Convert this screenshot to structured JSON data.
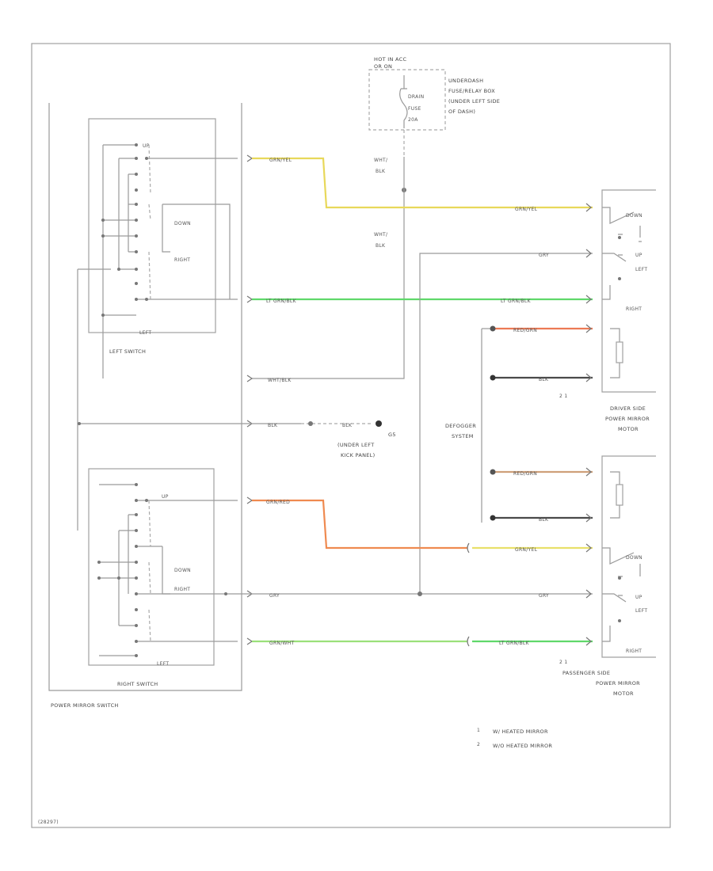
{
  "fuse": {
    "hot_label_1": "HOT IN ACC",
    "hot_label_2": "OR ON",
    "fuse_name_1": "DRAIN",
    "fuse_name_2": "FUSE",
    "fuse_rating": "20A",
    "location_1": "UNDERDASH",
    "location_2": "FUSE/RELAY BOX",
    "location_3": "(UNDER LEFT SIDE",
    "location_4": "OF DASH)"
  },
  "wires": {
    "whtblk_1a": "WHT/",
    "whtblk_1b": "BLK",
    "whtblk_2a": "WHT/",
    "whtblk_2b": "BLK",
    "left_yel": "GRN/YEL",
    "left_yel_r": "GRN/YEL",
    "gry_top": "GRY",
    "left_grn": "LT GRN/BLK",
    "left_grn_r": "LT GRN/BLK",
    "red_top": "RED/GRN",
    "blk_top": "BLK",
    "wht_blk": "WHT/BLK",
    "ground_wire": "BLK",
    "ground_wire_2": "BLK",
    "red_bot": "RED/GRN",
    "blk_bot": "BLK",
    "right_org": "GRN/RED",
    "right_yel_r": "GRN/YEL",
    "gry_bot_l": "GRY",
    "gry_bot_r": "GRY",
    "right_grn": "GRN/WHT",
    "right_grn_r": "LT GRN/BLK"
  },
  "ground": {
    "id": "G5",
    "loc_1": "(UNDER LEFT",
    "loc_2": "KICK PANEL)"
  },
  "left_switch": {
    "up": "UP",
    "down": "DOWN",
    "right": "RIGHT",
    "left": "LEFT",
    "title": "LEFT SWITCH"
  },
  "right_switch": {
    "up": "UP",
    "down": "DOWN",
    "right": "RIGHT",
    "left": "LEFT",
    "title": "RIGHT SWITCH"
  },
  "power_mirror_switch": "POWER MIRROR SWITCH",
  "defogger": {
    "line_1": "DEFOGGER",
    "line_2": "SYSTEM"
  },
  "driver_motor": {
    "notes": "2   1",
    "down": "DOWN",
    "up": "UP",
    "left": "LEFT",
    "right": "RIGHT",
    "line_1": "DRIVER SIDE",
    "line_2": "POWER MIRROR",
    "line_3": "MOTOR"
  },
  "passenger_motor": {
    "notes": "2   1",
    "down": "DOWN",
    "up": "UP",
    "left": "LEFT",
    "right": "RIGHT",
    "line_1": "PASSENGER SIDE",
    "line_2": "POWER MIRROR",
    "line_3": "MOTOR"
  },
  "legend": {
    "n1": "1",
    "t1": "W/ HEATED MIRROR",
    "n2": "2",
    "t2": "W/O HEATED MIRROR"
  },
  "footer": "(28297)",
  "colors": {
    "yellow_wire": "#e8d85a",
    "green_wire": "#5fd86a",
    "light_green_wire": "#9be07a",
    "orange_wire": "#ef8a50",
    "red_wire": "#ec7a55",
    "black_wire": "#4a4a4a",
    "gray_wire": "#9a9a9a"
  }
}
